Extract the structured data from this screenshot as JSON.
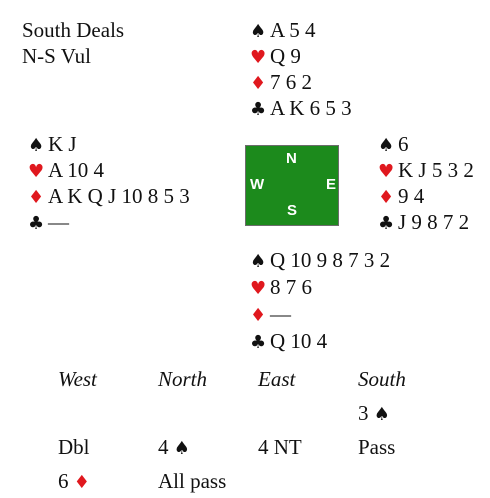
{
  "deal_info": {
    "dealer": "South Deals",
    "vulnerability": "N-S Vul"
  },
  "suits": {
    "spades": {
      "glyph": "♠",
      "color": "#111111"
    },
    "hearts": {
      "glyph": "♥",
      "color": "#e0181e"
    },
    "diamonds": {
      "glyph": "♦",
      "color": "#e0181e"
    },
    "clubs": {
      "glyph": "♣",
      "color": "#111111"
    }
  },
  "compass": {
    "north": "N",
    "west": "W",
    "east": "E",
    "south": "S",
    "background": "#1c8a1c"
  },
  "hands": {
    "north": {
      "spades": "A 5 4",
      "hearts": "Q 9",
      "diamonds": "7 6 2",
      "clubs": "A K 6 5 3"
    },
    "west": {
      "spades": "K J",
      "hearts": "A 10 4",
      "diamonds": "A K Q J 10 8 5 3",
      "clubs": "—"
    },
    "east": {
      "spades": "6",
      "hearts": "K J 5 3 2",
      "diamonds": "9 4",
      "clubs": "J 9 8 7 2"
    },
    "south": {
      "spades": "Q 10 9 8 7 3 2",
      "hearts": "8 7 6",
      "diamonds": "—",
      "clubs": "Q 10 4"
    }
  },
  "auction": {
    "headers": [
      "West",
      "North",
      "East",
      "South"
    ],
    "bids": [
      {
        "level": "3",
        "suit": "♠"
      },
      {
        "text": "Dbl"
      },
      {
        "level": "4",
        "suit": "♠"
      },
      {
        "text": "4 NT"
      },
      {
        "text": "Pass"
      },
      {
        "level": "6",
        "suit": "♦"
      },
      {
        "text": "All pass"
      }
    ]
  }
}
